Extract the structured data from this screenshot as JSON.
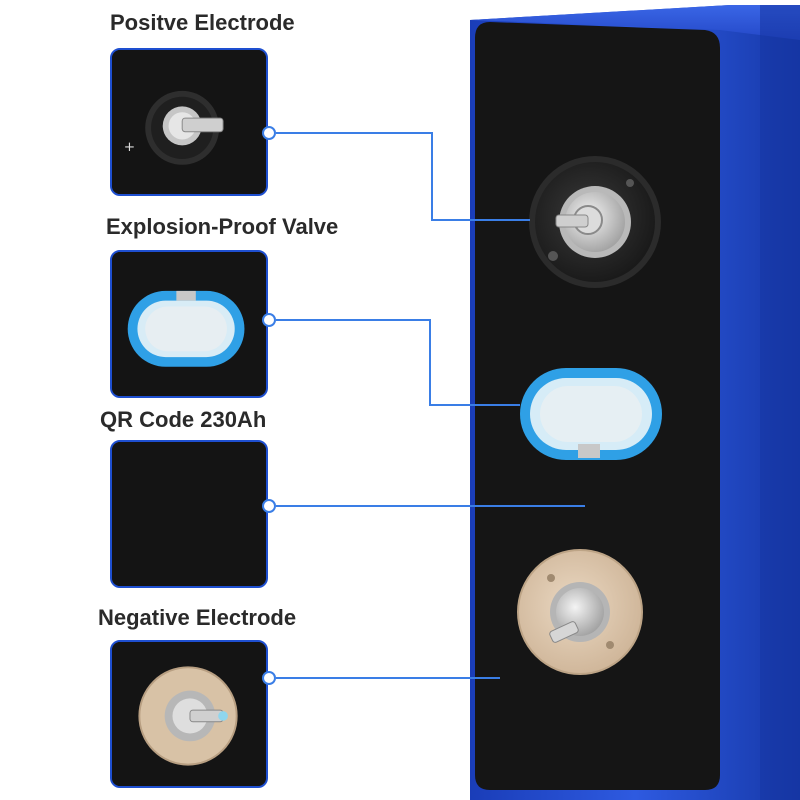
{
  "callouts": [
    {
      "label": "Positve Electrode"
    },
    {
      "label": "Explosion-Proof Valve"
    },
    {
      "label": "QR Code 230Ah"
    },
    {
      "label": "Negative Electrode"
    }
  ],
  "colors": {
    "battery_blue": "#1f46c9",
    "panel_black": "#151515",
    "callout_line": "#3a7ee6",
    "thumb_border": "#1e4fd0",
    "valve_blue": "#3aa9e8",
    "negative_washer": "#d9c3a8",
    "positive_washer": "#2a2a2a"
  }
}
